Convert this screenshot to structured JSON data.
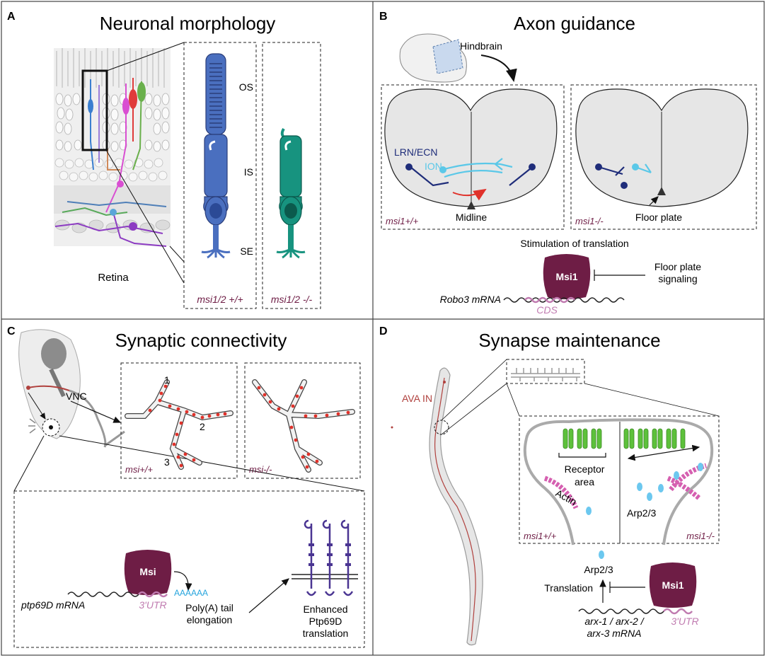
{
  "panels": {
    "a": {
      "letter": "A",
      "title": "Neuronal morphology",
      "retina_label": "Retina",
      "layer_os": "OS",
      "layer_is": "IS",
      "layer_se": "SE",
      "wt_label": "msi1/2 +/+",
      "ko_label": "msi1/2 -/-"
    },
    "b": {
      "letter": "B",
      "title": "Axon guidance",
      "hindbrain": "Hindbrain",
      "lrn": "LRN/ECN",
      "ion": "ION",
      "midline": "Midline",
      "floor_plate": "Floor plate",
      "wt_label": "msi1+/+",
      "ko_label": "msi1-/-",
      "stimulation": "Stimulation of translation",
      "protein": "Msi1",
      "signal_line1": "Floor plate",
      "signal_line2": "signaling",
      "mrna": "Robo3 mRNA",
      "cds": "CDS"
    },
    "c": {
      "letter": "C",
      "title": "Synaptic connectivity",
      "vnc": "VNC",
      "branch1": "1",
      "branch2": "2",
      "branch3": "3",
      "wt_label": "msi+/+",
      "ko_label": "msi-/-",
      "protein": "Msi",
      "polya": "AAAAAA",
      "mrna": "ptp69D mRNA",
      "utr": "3'UTR",
      "tail1": "Poly(A) tail",
      "tail2": "elongation",
      "enh1": "Enhanced",
      "enh2": "Ptp69D",
      "enh3": "translation"
    },
    "d": {
      "letter": "D",
      "title": "Synapse maintenance",
      "ava": "AVA IN",
      "receptor1": "Receptor",
      "receptor2": "area",
      "actin": "Actin",
      "arp_inside": "Arp2/3",
      "arp_below": "Arp2/3",
      "wt_label": "msi1+/+",
      "ko_label": "msi1-/-",
      "translation": "Translation",
      "protein": "Msi1",
      "mrna1": "arx-1 / arx-2 /",
      "mrna2": "arx-3 mRNA",
      "utr": "3'UTR"
    }
  },
  "colors": {
    "msi_protein": "#6e1d45",
    "genotype_text": "#6e1d45",
    "utr_pink": "#c07bb0",
    "ion_cyan": "#5bc8e8",
    "lrn_navy": "#1f2d7a",
    "photoreceptor_blue": "#4a6fbf",
    "photoreceptor_teal": "#17937f",
    "synapse_red": "#e0312a",
    "receptor_green": "#5dc13b",
    "actin_pink": "#d55fb0",
    "arp_cyan": "#6cc8ef",
    "ptp_purple": "#4a3592"
  }
}
